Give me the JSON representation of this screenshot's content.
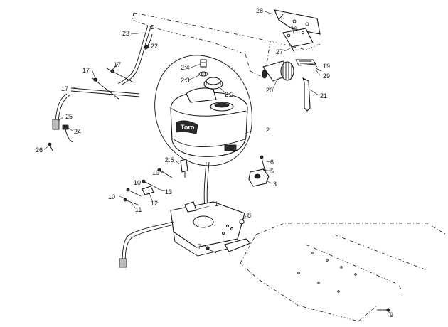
{
  "diagram": {
    "callouts": [
      "28",
      "30",
      "27",
      "19",
      "29",
      "20",
      "21",
      "23",
      "22",
      "17",
      "17",
      "17",
      "2:4",
      "2:3",
      "2:2",
      "2",
      "25",
      "24",
      "26",
      "2:5",
      "6",
      "5",
      "3",
      "10",
      "13",
      "10",
      "12",
      "10",
      "11",
      "1",
      "8",
      "7",
      "9"
    ],
    "logo_text": "Toro"
  }
}
